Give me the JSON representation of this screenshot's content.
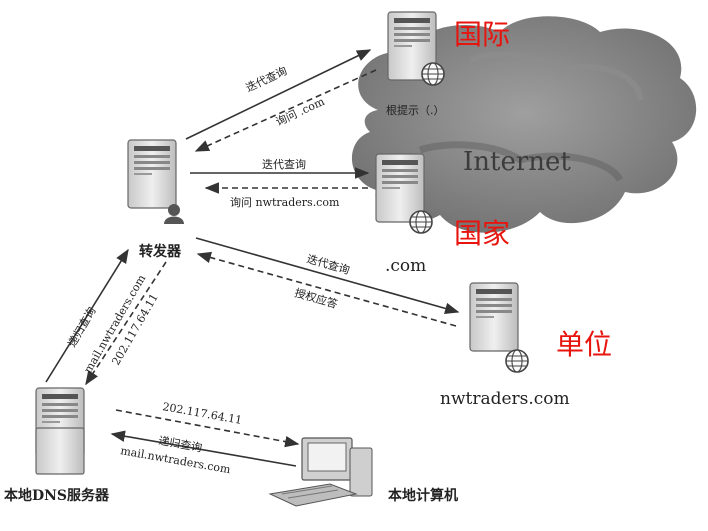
{
  "nodes": {
    "root": {
      "label": "根提示（.）"
    },
    "forwarder": {
      "label": "转发器"
    },
    "com": {
      "label": ".com"
    },
    "nwtraders": {
      "label": "nwtraders.com"
    },
    "local_dns": {
      "label": "本地DNS服务器"
    },
    "local_pc": {
      "label": "本地计算机"
    }
  },
  "cloud": {
    "label": "Internet"
  },
  "annotations": {
    "international": "国际",
    "national": "国家",
    "organization": "单位"
  },
  "edges": {
    "fwd_root_query": "迭代查询",
    "fwd_root_reply": "询问 .com",
    "fwd_com_query": "迭代查询",
    "fwd_com_reply": "询问 nwtraders.com",
    "fwd_nw_query": "迭代查询",
    "fwd_nw_reply": "授权应答",
    "dns_fwd_query_1": "递归查询",
    "dns_fwd_query_2": "mail.nwtraders.com",
    "dns_fwd_reply": "202.117.64.11",
    "pc_dns_reply": "202.117.64.11",
    "pc_dns_query_1": "递归查询",
    "pc_dns_query_2": "mail.nwtraders.com"
  },
  "colors": {
    "annotation_red": "#e8150f",
    "cloud": "#7d7d7d",
    "server": "#d6d6d6",
    "line": "#333333"
  }
}
